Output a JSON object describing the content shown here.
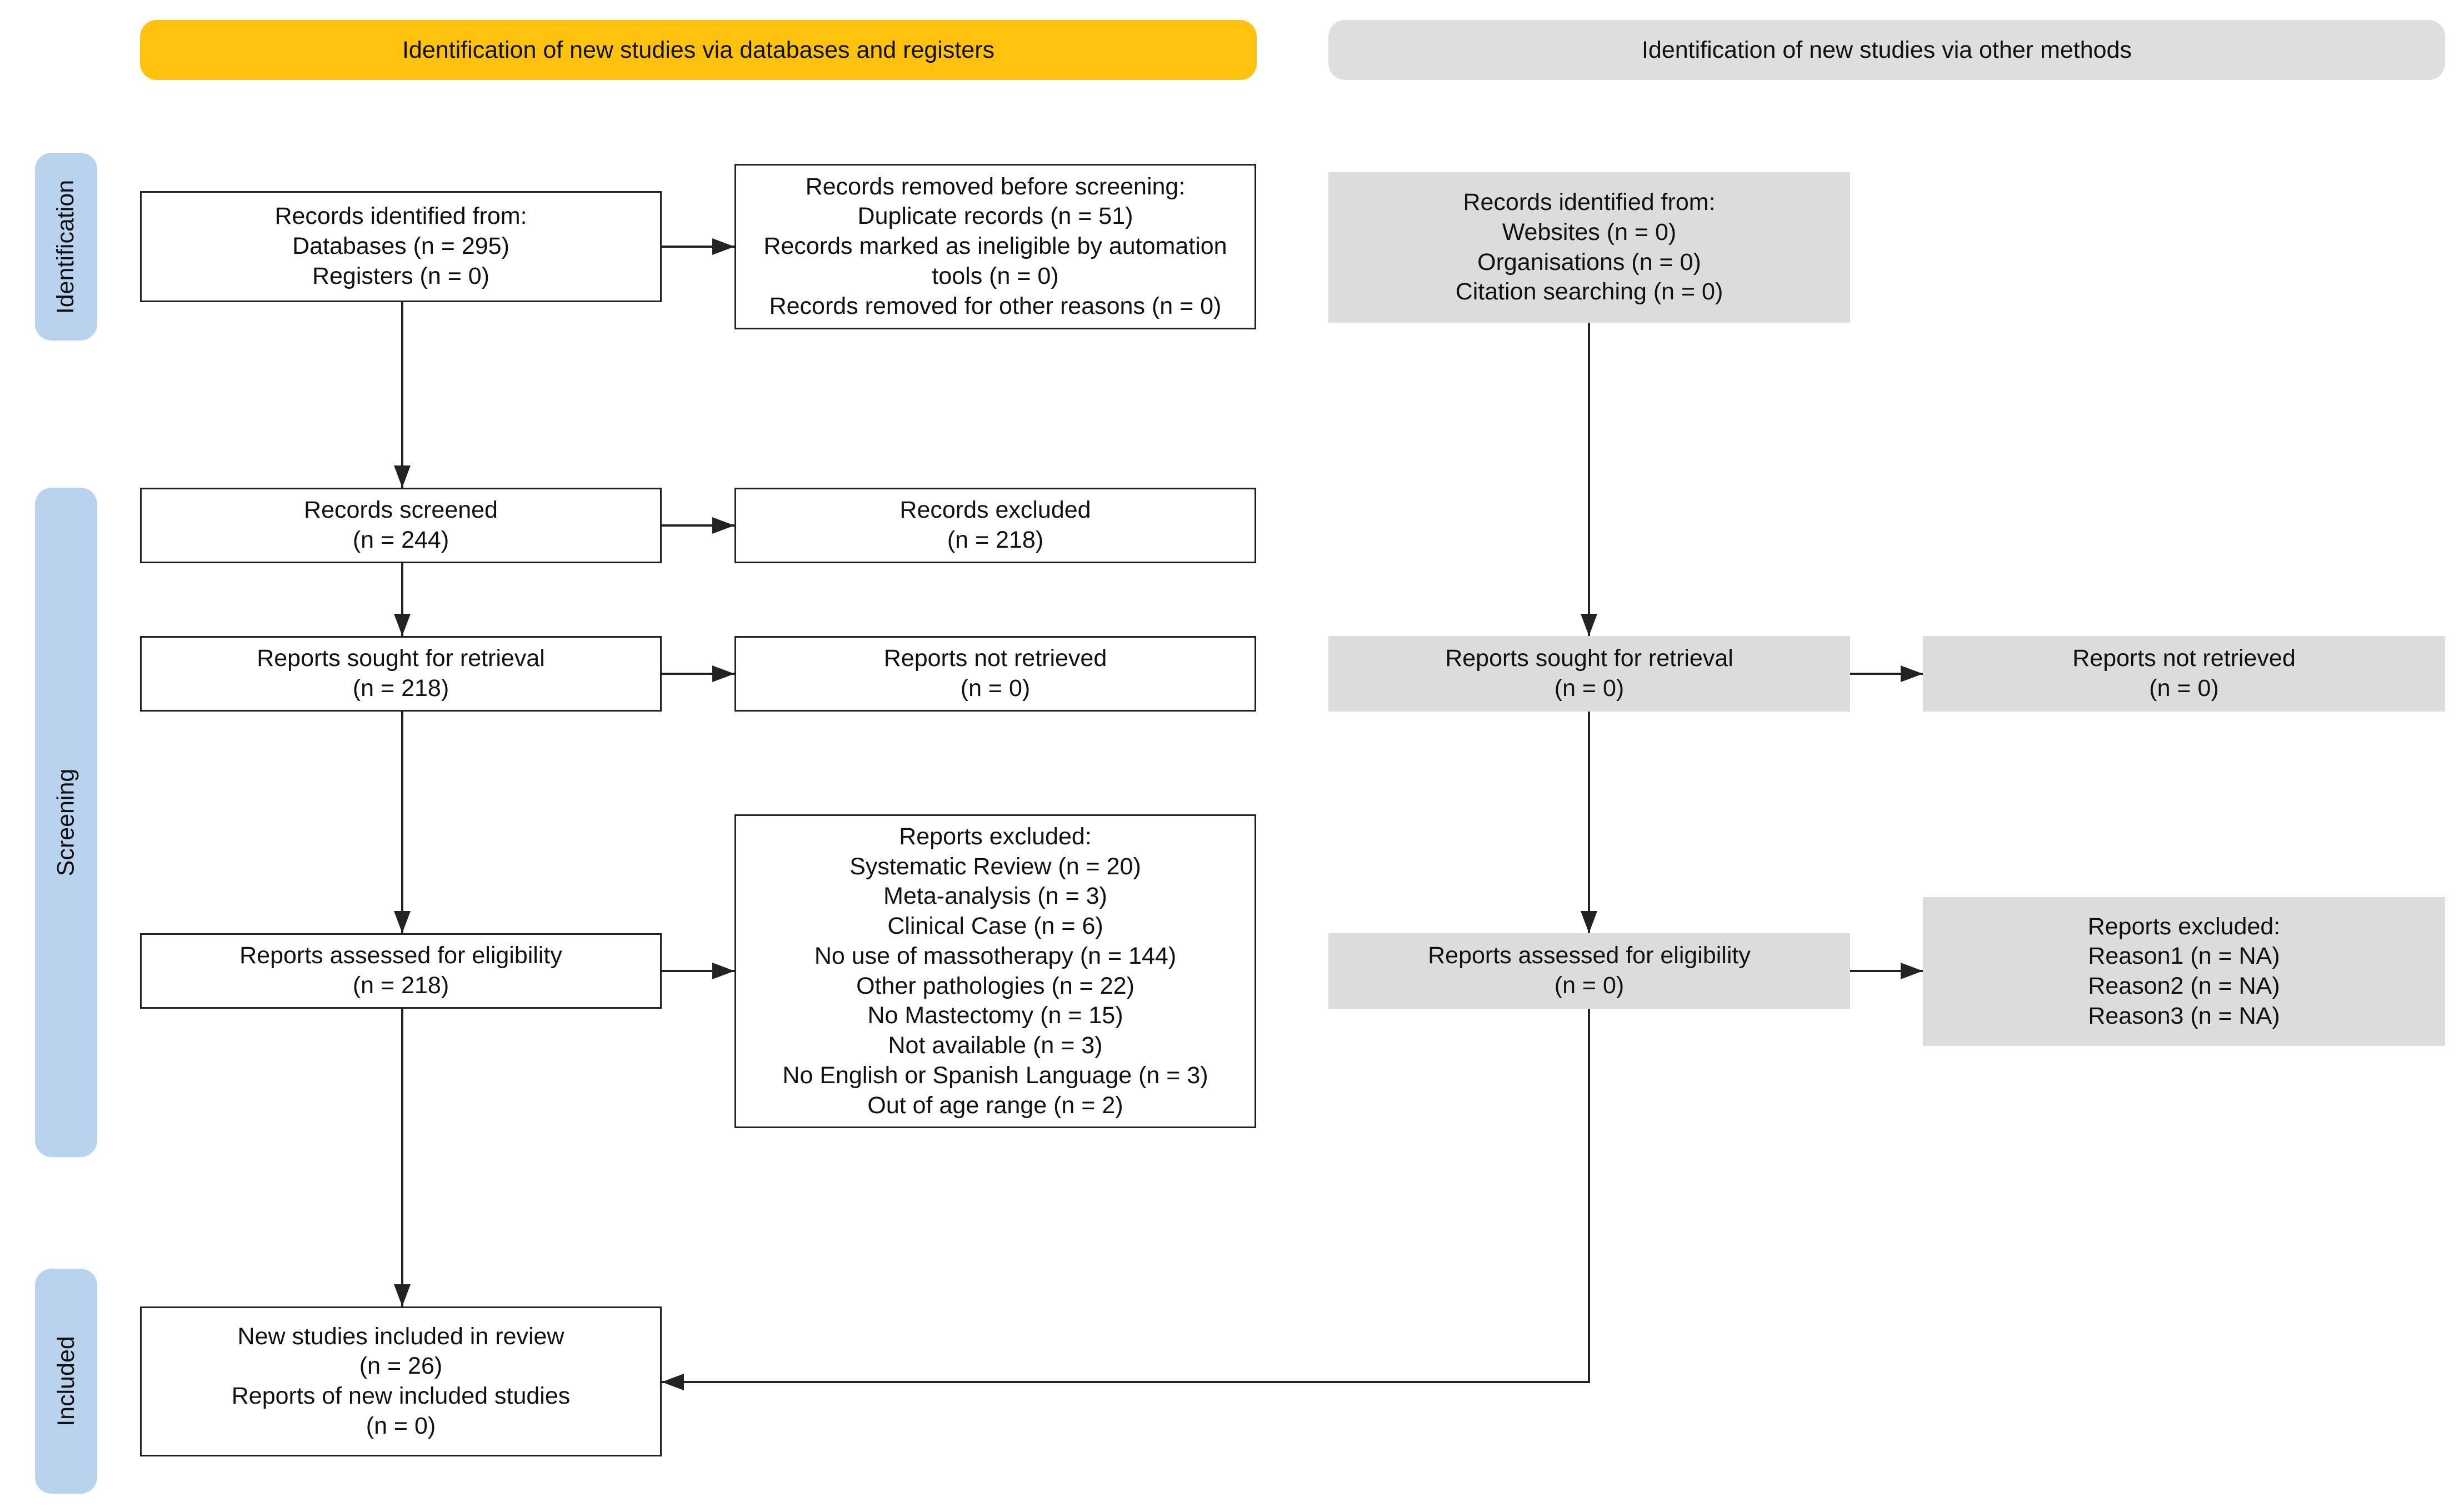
{
  "headers": {
    "databases": "Identification of new studies via databases and registers",
    "other": "Identification of new studies via other methods"
  },
  "phases": {
    "identification": "Identification",
    "screening": "Screening",
    "included": "Included"
  },
  "boxes": {
    "records_identified": [
      "Records identified from:",
      "Databases (n = 295)",
      "Registers (n = 0)"
    ],
    "records_removed": [
      "Records removed before screening:",
      "Duplicate records (n = 51)",
      "Records marked as ineligible by automation",
      "tools (n = 0)",
      "Records removed for other reasons (n = 0)"
    ],
    "records_screened": [
      "Records screened",
      "(n = 244)"
    ],
    "records_excluded": [
      "Records excluded",
      "(n = 218)"
    ],
    "reports_sought": [
      "Reports sought for retrieval",
      "(n = 218)"
    ],
    "reports_not_retrieved": [
      "Reports not retrieved",
      "(n = 0)"
    ],
    "reports_assessed": [
      "Reports assessed for eligibility",
      "(n = 218)"
    ],
    "reports_excluded": [
      "Reports excluded:",
      "Systematic Review (n = 20)",
      "Meta-analysis (n = 3)",
      "Clinical Case (n = 6)",
      "No use of massotherapy (n = 144)",
      "Other pathologies (n = 22)",
      "No Mastectomy (n = 15)",
      "Not available (n = 3)",
      "No English or Spanish Language (n = 3)",
      "Out of age range (n = 2)"
    ],
    "included": [
      "New studies included in review",
      "(n = 26)",
      "Reports of new included studies",
      "(n = 0)"
    ],
    "other_identified": [
      "Records identified from:",
      "Websites (n = 0)",
      "Organisations (n = 0)",
      "Citation searching (n = 0)"
    ],
    "other_sought": [
      "Reports sought for retrieval",
      "(n = 0)"
    ],
    "other_not_retrieved": [
      "Reports not retrieved",
      "(n = 0)"
    ],
    "other_assessed": [
      "Reports assessed for eligibility",
      "(n = 0)"
    ],
    "other_excluded": [
      "Reports excluded:",
      "Reason1 (n = NA)",
      "Reason2 (n = NA)",
      "Reason3 (n = NA)"
    ]
  },
  "colors": {
    "databases_header": "#ffc20e",
    "other_header": "#dedede",
    "phase_label": "#b9d3ee",
    "other_box": "#dcdcdc",
    "line": "#222222"
  }
}
